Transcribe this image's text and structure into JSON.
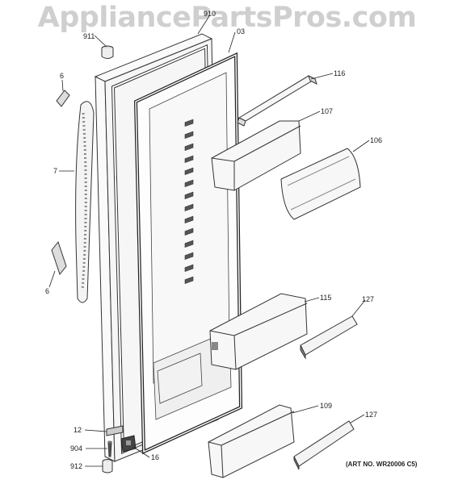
{
  "watermark": "AppliancePartsPros.com",
  "art_number": "(ART NO. WR20006 C5)",
  "callouts": {
    "c911": "911",
    "c910": "910",
    "c03": "03",
    "c6a": "6",
    "c7": "7",
    "c6b": "6",
    "c116": "116",
    "c107": "107",
    "c106": "106",
    "c115": "115",
    "c127a": "127",
    "c109": "109",
    "c127b": "127",
    "c12": "12",
    "c904": "904",
    "c16": "16",
    "c912": "912"
  }
}
